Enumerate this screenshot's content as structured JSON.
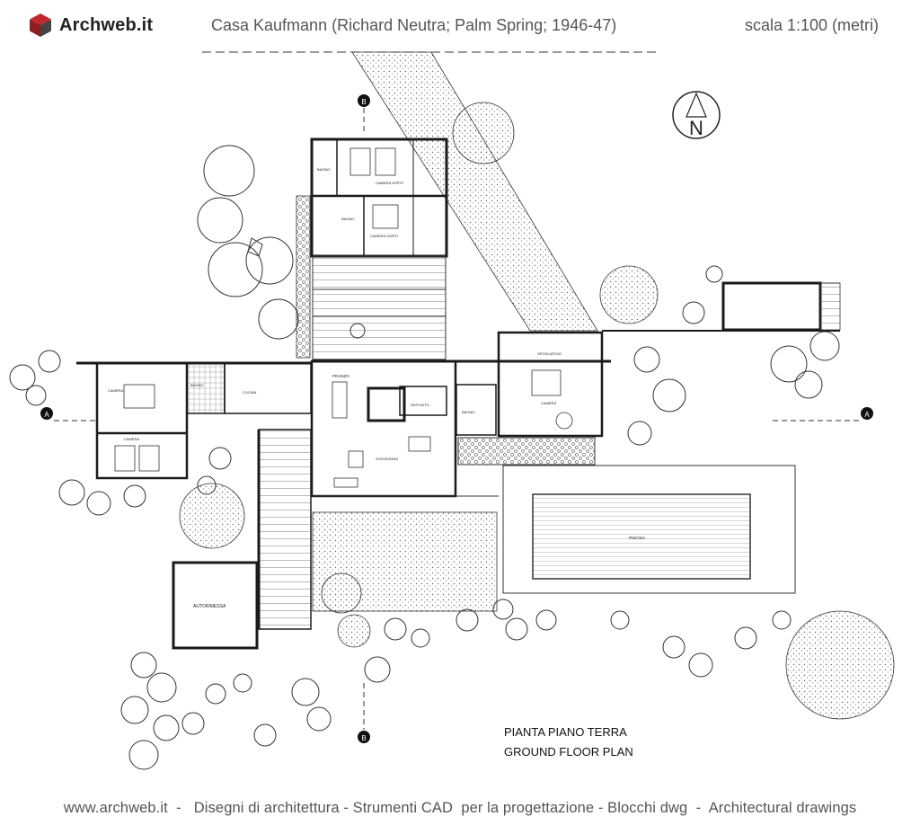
{
  "header": {
    "brand": "Archweb.it",
    "title": "Casa Kaufmann (Richard Neutra; Palm Spring; 1946-47)",
    "scale": "scala 1:100 (metri)"
  },
  "plan": {
    "north_letter": "N",
    "section_marker": "A",
    "section_marker_b": "B",
    "rooms": {
      "camera_ospiti_1": "CAMERA OSPITI",
      "camera_ospiti_2": "CAMERA OSPITI",
      "bagno": "BAGNO",
      "camera": "CAMERA",
      "cucina": "CUCINA",
      "pranzo": "PRANZO",
      "deposito": "DEPOSITO",
      "soggiorno": "SOGGIORNO",
      "spogliatoio": "SPOGLIATOIO",
      "piscina": "PISCINA",
      "autorimessa": "AUTORIMESSA"
    },
    "label_it": "PIANTA PIANO TERRA",
    "label_en": "GROUND FLOOR PLAN"
  },
  "footer": {
    "text": "www.archweb.it  -   Disegni di architettura - Strumenti CAD  per la progettazione - Blocchi dwg  -  Architectural drawings"
  },
  "colors": {
    "wall": "#1a1a1a",
    "line": "#333333",
    "logo_red": "#c0282d",
    "logo_dark": "#444444"
  }
}
